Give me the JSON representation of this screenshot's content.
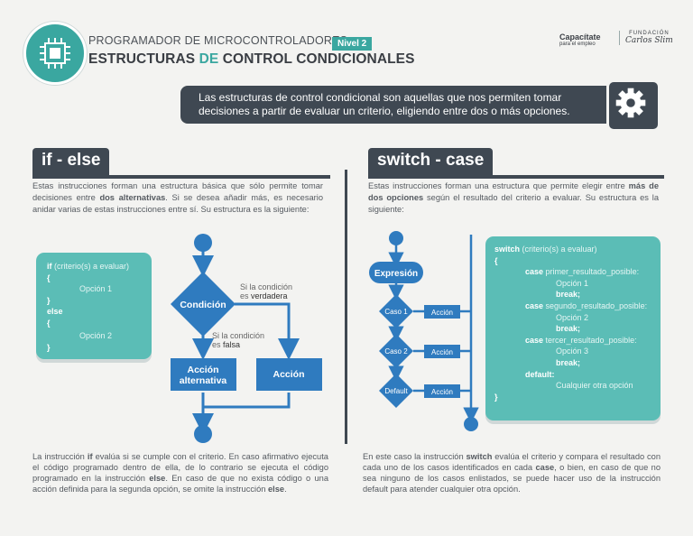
{
  "header": {
    "subtitle": "PROGRAMADOR DE MICROCONTROLADORES",
    "title_part1": "ESTRUCTURAS ",
    "title_de": "DE",
    "title_part2": " CONTROL CONDICIONALES",
    "level": "Nivel 2",
    "brand_name": "Capacítate",
    "brand_sub": "para el empleo",
    "foundation": "FUNDACIÓN",
    "foundation_sig": "Carlos Slim"
  },
  "intro": {
    "line1": "Las estructuras de control condicional son aquellas que nos permiten tomar",
    "line2": "decisiones a partir de evaluar un criterio, eligiendo entre dos o más opciones."
  },
  "colors": {
    "teal": "#3aa7a0",
    "blue": "#2f7bbf",
    "dark": "#3f4852"
  },
  "if_else": {
    "title": "if - else",
    "desc_a": "Estas instrucciones forman una estructura básica que sólo permite tomar decisiones entre ",
    "desc_b": "dos alternativas",
    "desc_c": ". Si se desea añadir más, es necesario anidar varias de estas instrucciones entre sí. Su estructura es la siguiente:",
    "code": {
      "if_kw": "if",
      "if_rest": " (criterio(s) a evaluar)",
      "open1": "{",
      "opt1": "Opción 1",
      "close1": "}",
      "else_kw": "else",
      "open2": "{",
      "opt2": "Opción 2",
      "close2": "}"
    },
    "flow": {
      "condition": "Condición",
      "true_l1": "Si la condición",
      "true_l2a": "es ",
      "true_l2b": "verdadera",
      "false_l1": "Si la condición",
      "false_l2a": "es ",
      "false_l2b": "falsa",
      "alt_l1": "Acción",
      "alt_l2": "alternativa",
      "action": "Acción"
    },
    "foot_a": "La instrucción ",
    "foot_b": "if",
    "foot_c": " evalúa si se cumple con el criterio. En caso afirmativo ejecuta el código programado dentro de ella, de lo contrario se ejecuta el código programado en la instrucción ",
    "foot_d": "else",
    "foot_e": ". En caso de que no exista código o una acción definida para la segunda opción, se omite la instrucción ",
    "foot_f": "else",
    "foot_g": "."
  },
  "switch_case": {
    "title": "switch - case",
    "desc_a": "Estas instrucciones forman una estructura que permite elegir entre ",
    "desc_b": "más de dos opciones",
    "desc_c": " según el resultado del criterio a evaluar. Su estructura es la siguiente:",
    "flow": {
      "expression": "Expresión",
      "case1": "Caso 1",
      "case2": "Caso 2",
      "default": "Default",
      "action": "Acción"
    },
    "code": {
      "switch_kw": "switch",
      "switch_rest": " (criterio(s) a evaluar)",
      "open": "{",
      "case_kw": "case",
      "r1": " primer_resultado_posible:",
      "o1": "Opción 1",
      "break_kw": "break;",
      "r2": " segundo_resultado_posible:",
      "o2": "Opción 2",
      "r3": " tercer_resultado_posible:",
      "o3": "Opción 3",
      "default_kw": "default:",
      "od": "Cualquier otra opción",
      "close": "}"
    },
    "foot_a": "En este caso la instrucción ",
    "foot_b": "switch",
    "foot_c": " evalúa el criterio y compara el resultado con cada uno de los casos identificados en cada ",
    "foot_d": "case",
    "foot_e": ", o bien, en caso de que no sea ninguno de los casos enlistados, se puede hacer uso de la instrucción default para atender cualquier otra opción."
  }
}
